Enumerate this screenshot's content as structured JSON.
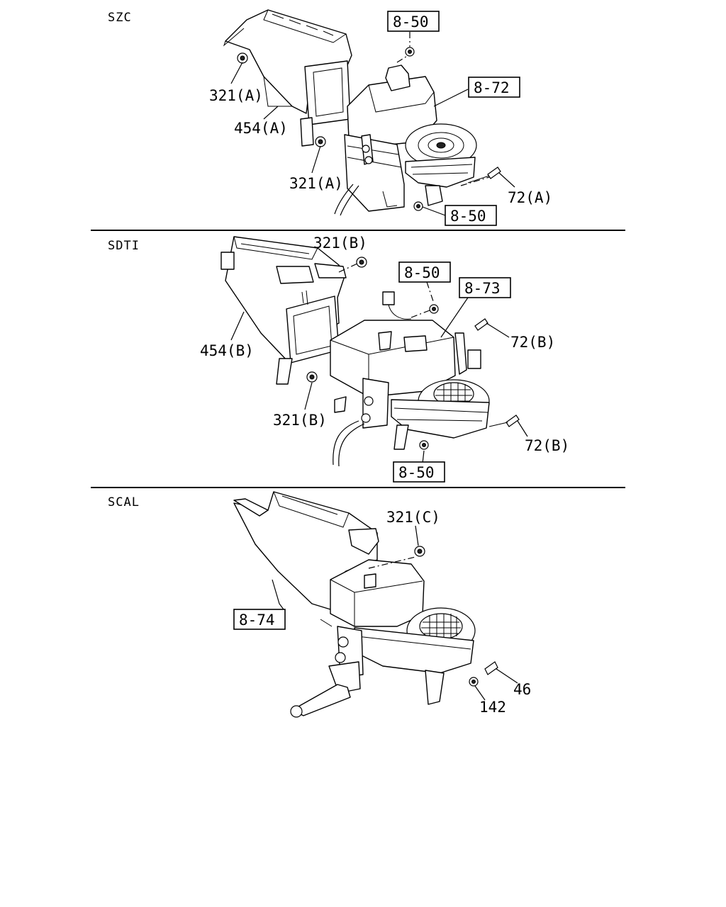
{
  "sections": [
    {
      "code": "SZC",
      "labels": [
        "321(A)",
        "454(A)",
        "321(A)",
        "8-50",
        "8-72",
        "72(A)",
        "8-50"
      ]
    },
    {
      "code": "SDTI",
      "labels": [
        "321(B)",
        "8-50",
        "8-73",
        "72(B)",
        "454(B)",
        "321(B)",
        "72(B)",
        "8-50"
      ]
    },
    {
      "code": "SCAL",
      "labels": [
        "321(C)",
        "8-74",
        "46",
        "142"
      ]
    }
  ]
}
